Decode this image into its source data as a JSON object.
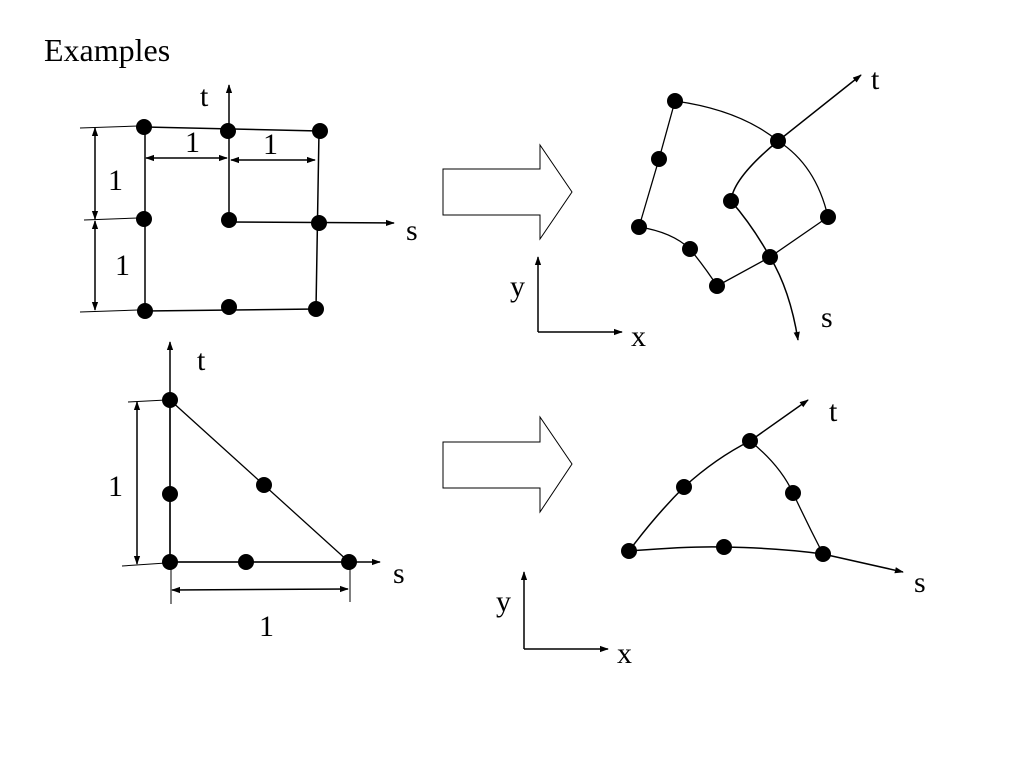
{
  "title": "Examples",
  "labels": {
    "s": "s",
    "t": "t",
    "x": "x",
    "y": "y",
    "one": "1"
  },
  "colors": {
    "stroke": "#000000",
    "node": "#000000",
    "background": "#ffffff"
  }
}
